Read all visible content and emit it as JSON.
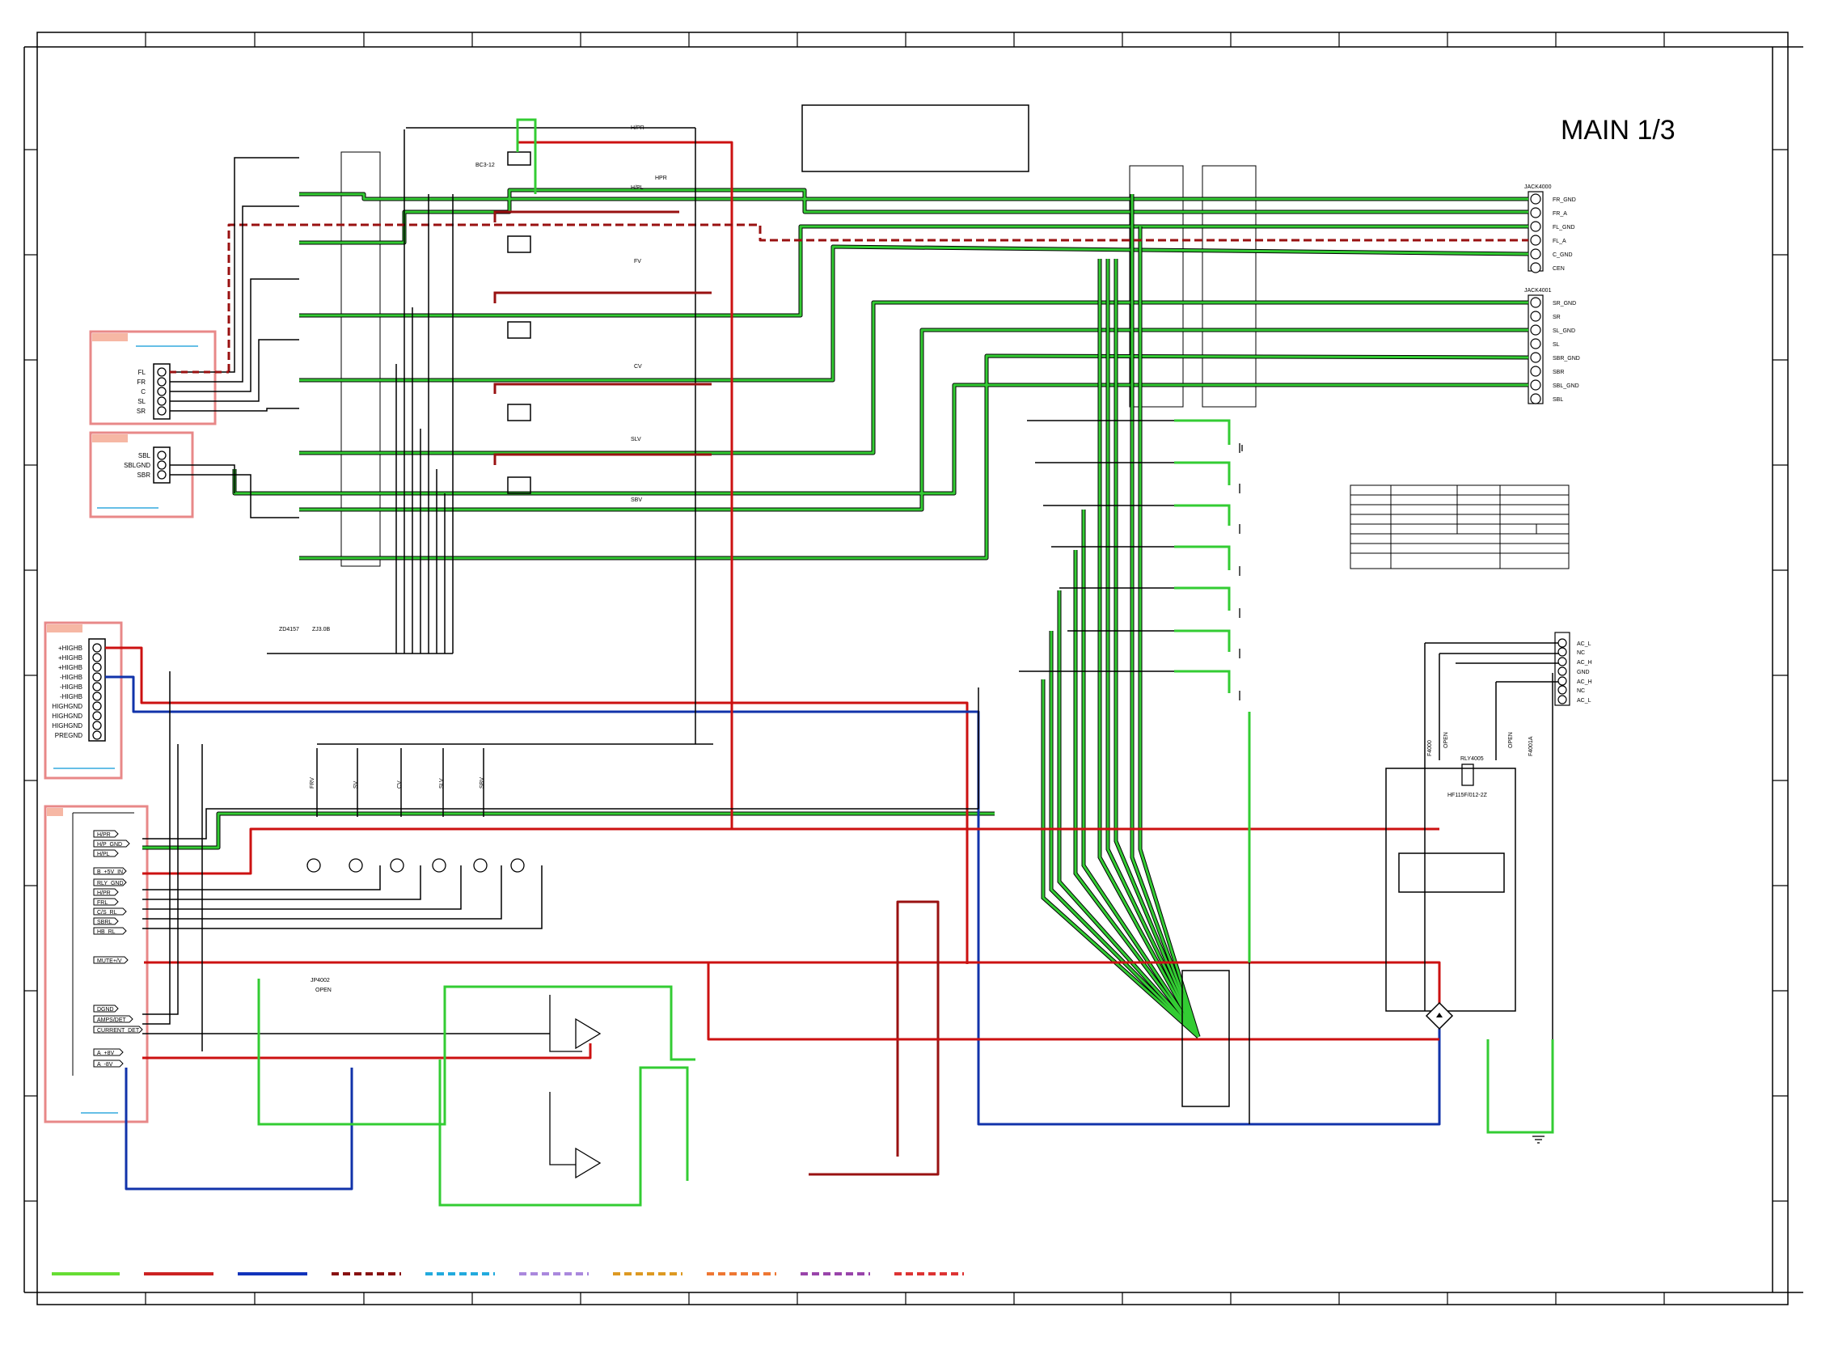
{
  "title": "MAIN 1/3",
  "colors": {
    "green": "#33cc33",
    "red": "#cc1111",
    "blue": "#1133aa",
    "dark_red": "#991111",
    "black": "#000000",
    "connector_box": "#e88888",
    "connector_fill": "#f6b7a4",
    "legend": [
      "#66dd33",
      "#cc2222",
      "#1133bb",
      "#881111",
      "#22aadd",
      "#aa88dd",
      "#dd9922",
      "#ee7733",
      "#9944aa",
      "#dd3333"
    ]
  },
  "connectors": {
    "front_left": {
      "pins": [
        "FL",
        "FR",
        "C",
        "SL",
        "SR"
      ]
    },
    "back": {
      "pins": [
        "SBL",
        "SBLGND",
        "SBR"
      ]
    },
    "power_amp": {
      "pins": [
        "+HIGHB",
        "+HIGHB",
        "+HIGHB",
        "-HIGHB",
        "-HIGHB",
        "-HIGHB",
        "HIGHGND",
        "HIGHGND",
        "HIGHGND",
        "PREGND"
      ]
    },
    "control": {
      "pins": [
        "H/PR",
        "H/P_GND",
        "H/PL",
        "B_+5V_IN",
        "RLY_GND",
        "H/PR",
        "FRL",
        "C/S_RL",
        "SBRL",
        "HB_RL",
        "MUTE+/V",
        "DGND",
        "AMPS/DET",
        "CURRENT_DET",
        "A_+8V",
        "A_-8V"
      ]
    }
  },
  "jacks": {
    "jack4000": {
      "ref": "JACK4000",
      "pins": [
        "FR_GND",
        "FR_A",
        "FL_GND",
        "FL_A",
        "C_GND",
        "CEN"
      ]
    },
    "jack4001": {
      "ref": "JACK4001",
      "pins": [
        "SR_GND",
        "SR",
        "SL_GND",
        "SL",
        "SBR_GND",
        "SBR",
        "SBL_GND",
        "SBL"
      ]
    }
  },
  "relay_label": "BC3-12",
  "zener_labels": [
    "ZD4157",
    "ZJ3.0B"
  ],
  "line_labels": [
    "H/PR",
    "H/PL",
    "HPR",
    "FV",
    "CV",
    "SLV",
    "SBV"
  ],
  "transistor_labels": [
    "FRV",
    "SV",
    "CV",
    "SLV",
    "SBV"
  ],
  "jumper": {
    "ref": "JP4002",
    "state": "OPEN"
  },
  "ac_connector": {
    "pins": [
      "AC_L",
      "NC",
      "AC_H",
      "GND",
      "AC_H",
      "NC",
      "AC_L"
    ]
  },
  "power_relay": {
    "ref": "RLY4005",
    "part": "HF115F/012-2Z"
  },
  "fuse_labels": [
    "F4000",
    "F4001A",
    "OPEN",
    "OPEN"
  ]
}
